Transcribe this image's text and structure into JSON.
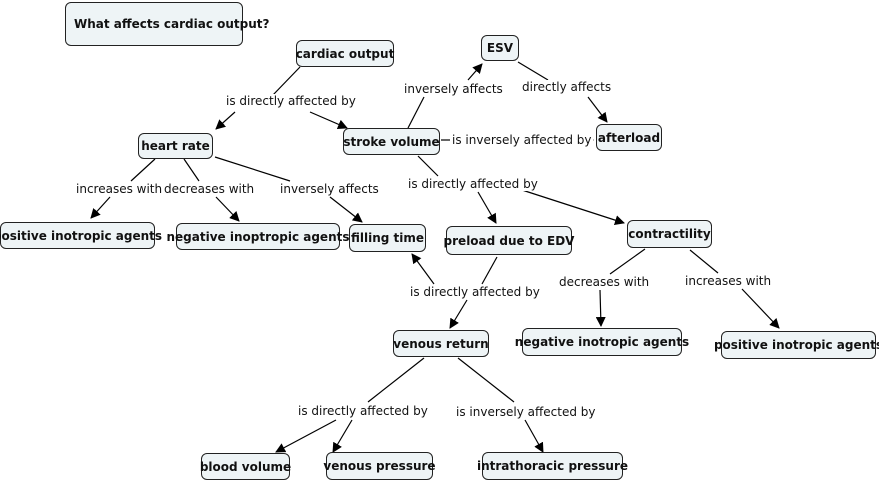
{
  "title": "What affects cardiac output?",
  "nodes": {
    "cardiac_output": "cardiac output",
    "esv": "ESV",
    "heart_rate": "heart rate",
    "stroke_volume": "stroke volume",
    "afterload": "afterload",
    "positive_inotropic_agents_left": "positive inotropic agents",
    "negative_inoptropic_agents": "negative inoptropic agents",
    "filling_time": "filling time",
    "preload_due_to_edv": "preload due to EDV",
    "contractility": "contractility",
    "venous_return": "venous return",
    "negative_inotropic_agents_right": "negative inotropic agents",
    "positive_inotropic_agents_right": "positive inotropic agents",
    "blood_volume": "blood volume",
    "venous_pressure": "venous pressure",
    "intrathoracic_pressure": "intrathoracic pressure"
  },
  "links": {
    "co_directly_affected_by": "is directly affected by",
    "sv_inversely_affects": "inversely affects",
    "esv_directly_affects": "directly affects",
    "sv_inversely_affected_by": "is inversely affected by",
    "hr_increases_with": "increases with",
    "hr_decreases_with": "decreases with",
    "hr_inversely_affects": "inversely affects",
    "sv_directly_affected_by": "is directly affected by",
    "preload_directly_affected_by": "is directly affected by",
    "contractility_decreases_with": "decreases with",
    "contractility_increases_with": "increases with",
    "vr_directly_affected_by": "is directly affected by",
    "vr_inversely_affected_by": "is inversely affected by"
  }
}
